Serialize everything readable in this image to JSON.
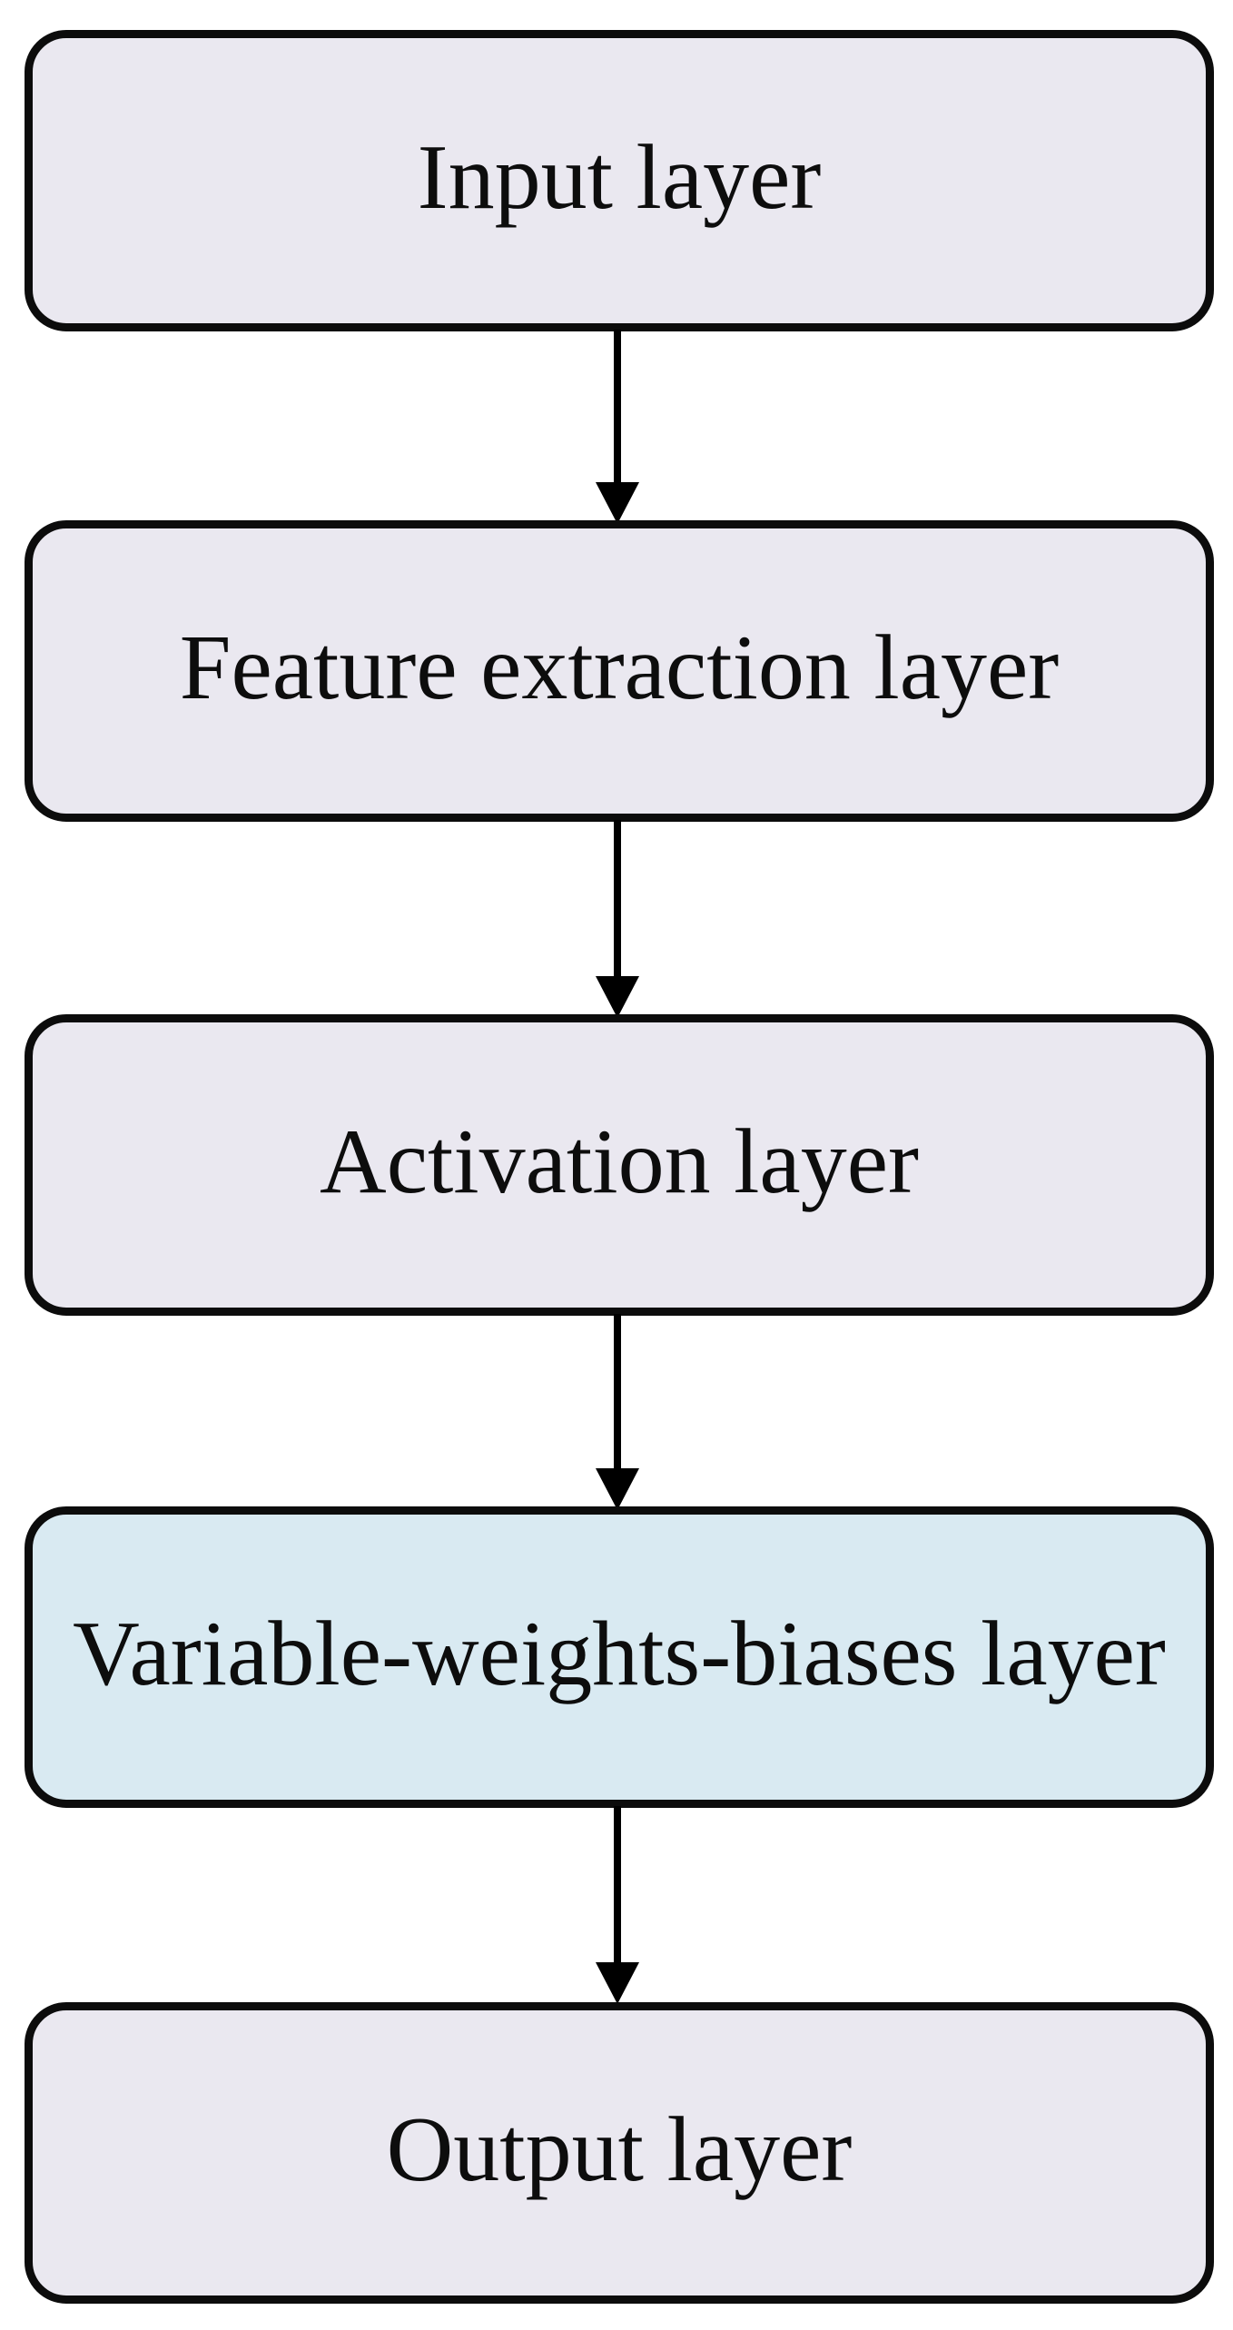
{
  "figure": {
    "type": "flowchart",
    "direction": "top-down",
    "background": "#ffffff",
    "node_border_color": "#0c0c0c",
    "arrow_color": "#000000",
    "default_node_fill": "#eae8f0",
    "highlight_node_fill": "#d9eaf2",
    "nodes": [
      {
        "id": "input-layer",
        "label": "Input layer",
        "fill": "#eae8f0"
      },
      {
        "id": "feature-extraction-layer",
        "label": "Feature extraction layer",
        "fill": "#eae8f0"
      },
      {
        "id": "activation-layer",
        "label": "Activation layer",
        "fill": "#eae8f0"
      },
      {
        "id": "variable-weights-biases-layer",
        "label": "Variable-weights-biases layer",
        "fill": "#d9eaf2"
      },
      {
        "id": "output-layer",
        "label": "Output layer",
        "fill": "#eae8f0"
      }
    ],
    "edges": [
      {
        "from": "input-layer",
        "to": "feature-extraction-layer"
      },
      {
        "from": "feature-extraction-layer",
        "to": "activation-layer"
      },
      {
        "from": "activation-layer",
        "to": "variable-weights-biases-layer"
      },
      {
        "from": "variable-weights-biases-layer",
        "to": "output-layer"
      }
    ]
  }
}
